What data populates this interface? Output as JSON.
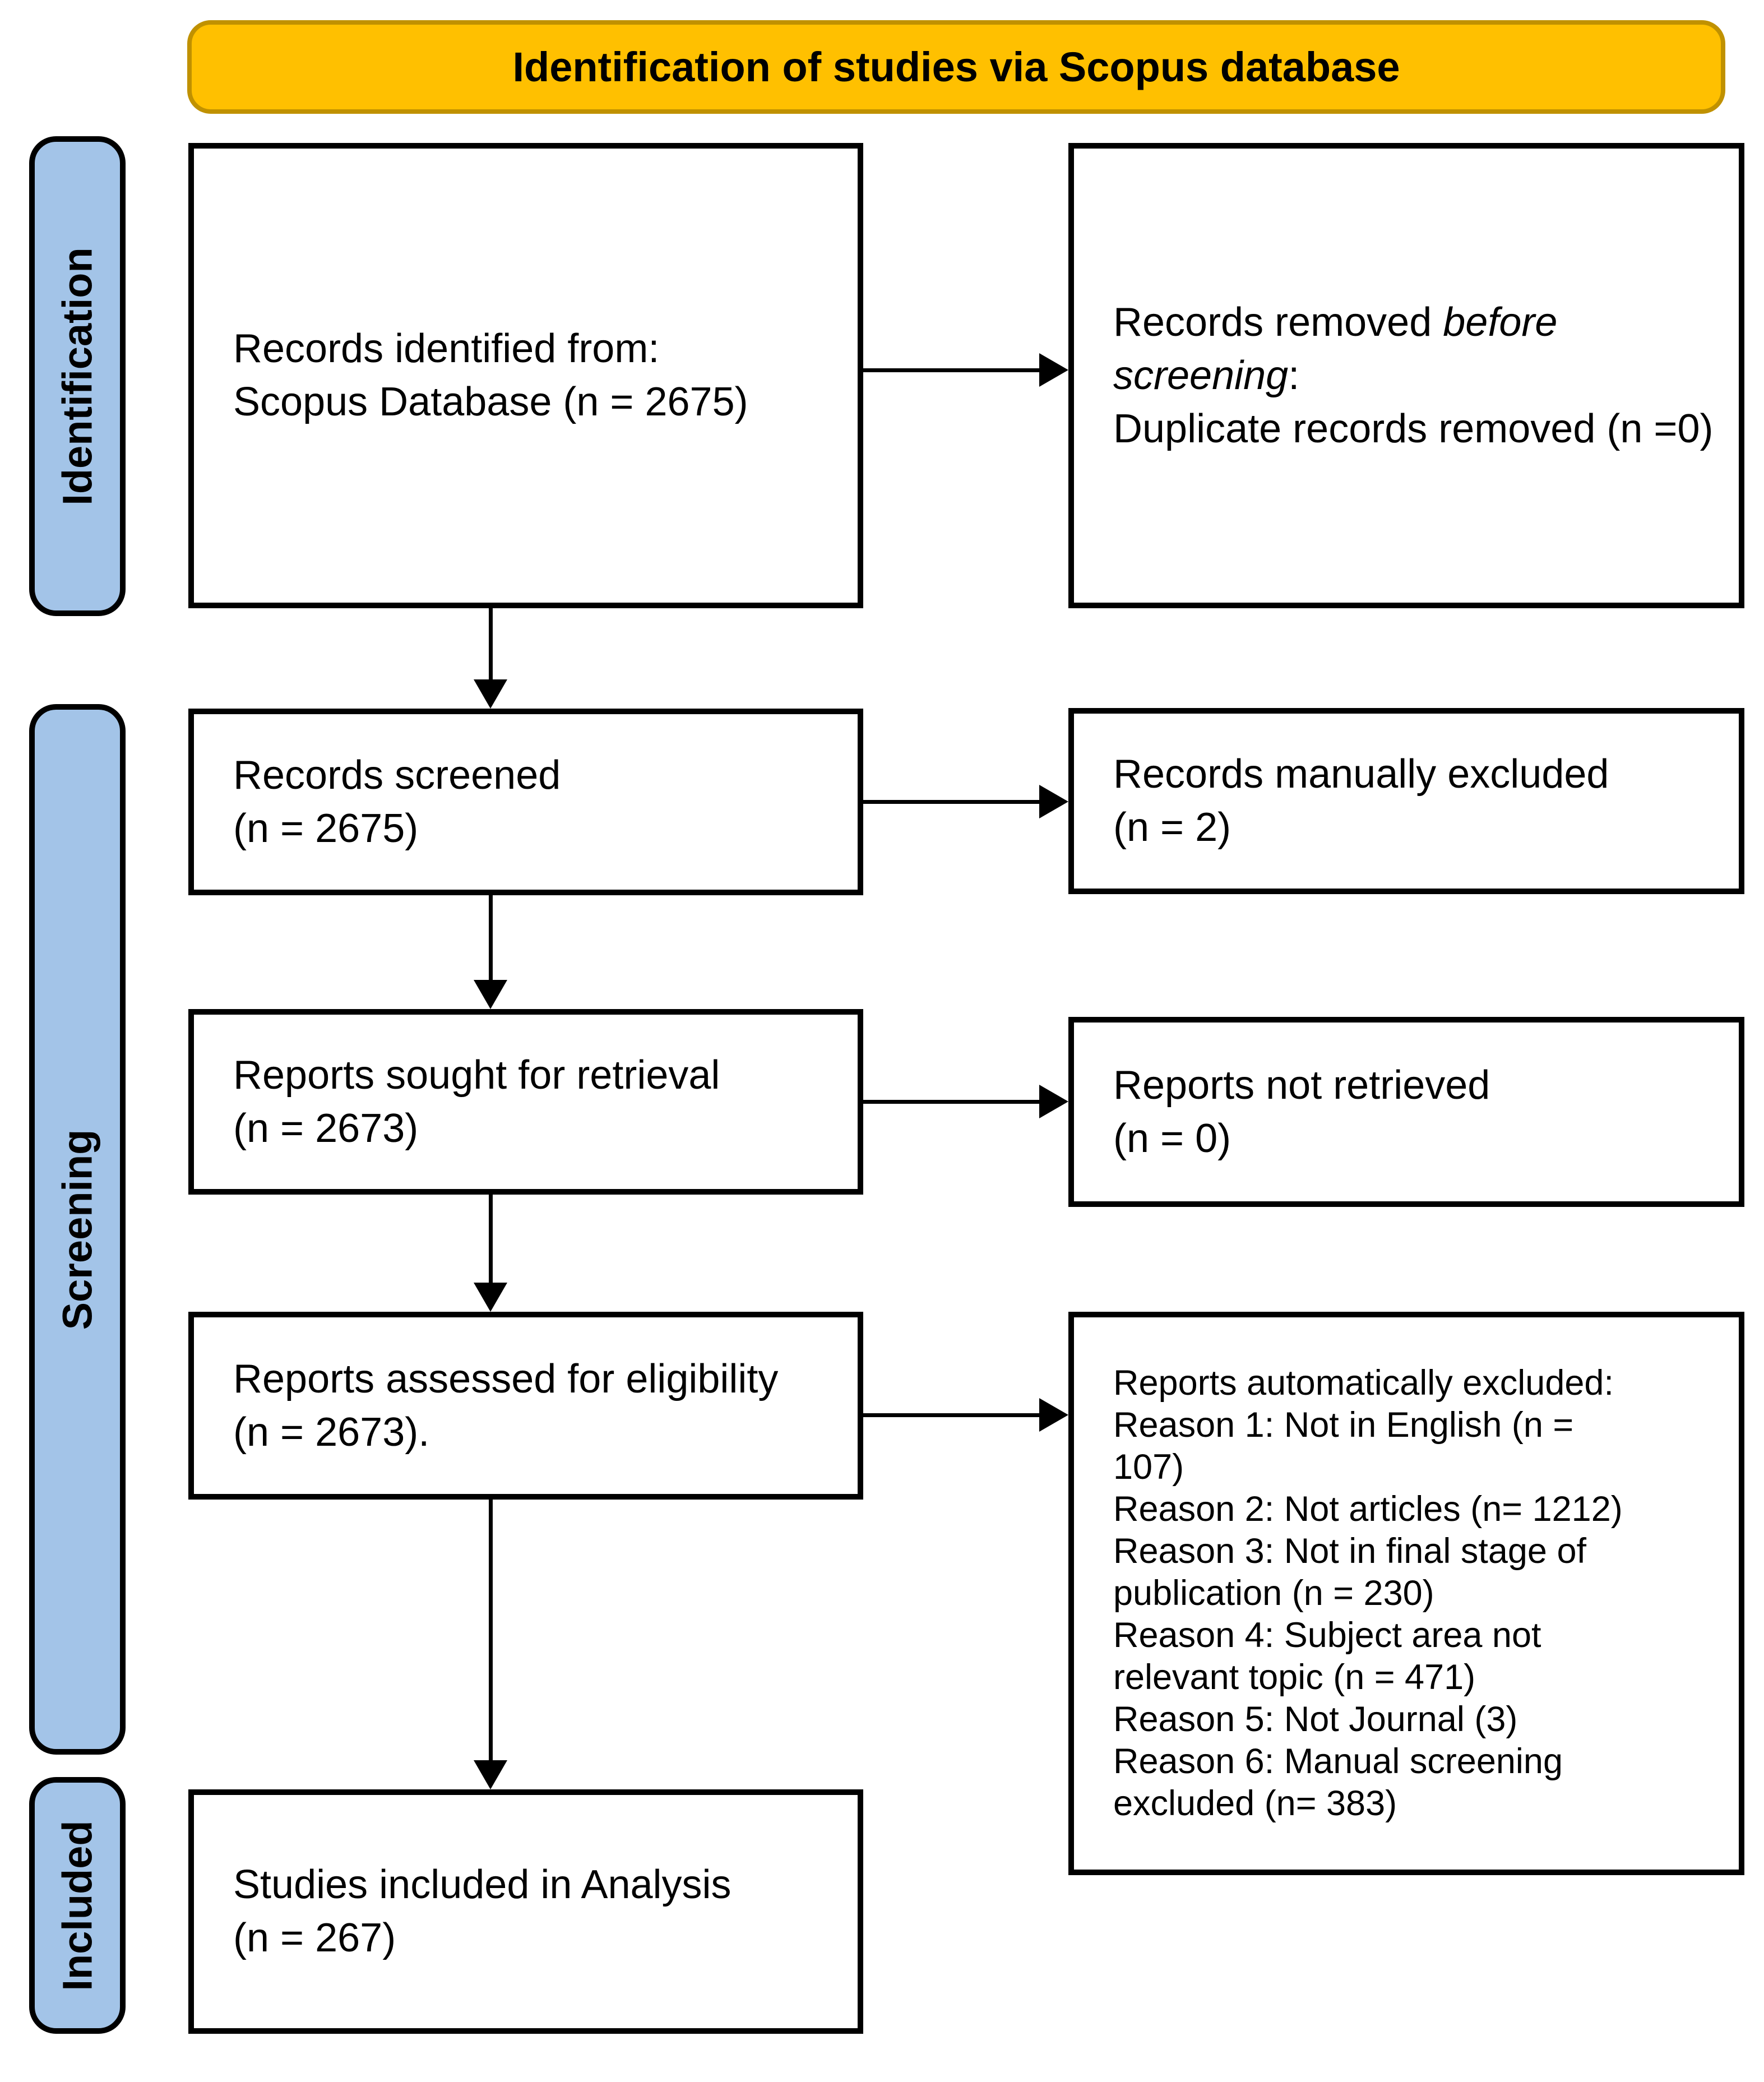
{
  "banner": {
    "title": "Identification of studies via Scopus database"
  },
  "colors": {
    "banner_bg": "#FFC000",
    "banner_border": "#C09100",
    "stage_bg": "#A3C4E8",
    "line_black": "#000000",
    "page_bg": "#FFFFFF"
  },
  "stages": [
    {
      "label": "Identification"
    },
    {
      "label": "Screening"
    },
    {
      "label": "Included"
    }
  ],
  "boxes": {
    "records_identified": {
      "lines": [
        "Records identified from:",
        "Scopus Database (n = 2675)"
      ]
    },
    "records_removed": {
      "lines": [
        [
          {
            "t": "Records removed "
          },
          {
            "t": "before",
            "i": true
          }
        ],
        [
          {
            "t": "screening",
            "i": true
          },
          {
            "t": ":"
          }
        ],
        [
          {
            "t": "Duplicate records removed (n =0)"
          }
        ]
      ]
    },
    "records_screened": {
      "lines": [
        "Records screened",
        "(n = 2675)"
      ]
    },
    "records_manually_excluded": {
      "lines": [
        "Records manually excluded",
        "(n = 2)"
      ]
    },
    "reports_sought": {
      "lines": [
        "Reports sought for retrieval",
        "(n = 2673)"
      ]
    },
    "reports_not_retrieved": {
      "lines": [
        "Reports not retrieved",
        "(n = 0)"
      ]
    },
    "reports_assessed": {
      "lines": [
        "Reports assessed for eligibility",
        "(n = 2673)."
      ]
    },
    "reports_auto_excluded": {
      "lines": [
        "Reports automatically excluded:",
        "Reason 1: Not in English (n =",
        "107)",
        "Reason 2: Not articles (n= 1212)",
        "Reason 3: Not in final stage of",
        "publication (n = 230)",
        "Reason 4: Subject area not",
        "relevant topic (n = 471)",
        "Reason 5: Not Journal (3)",
        "Reason 6: Manual screening",
        "excluded (n= 383)"
      ]
    },
    "studies_included": {
      "lines": [
        "Studies included in Analysis",
        "(n = 267)"
      ]
    }
  }
}
